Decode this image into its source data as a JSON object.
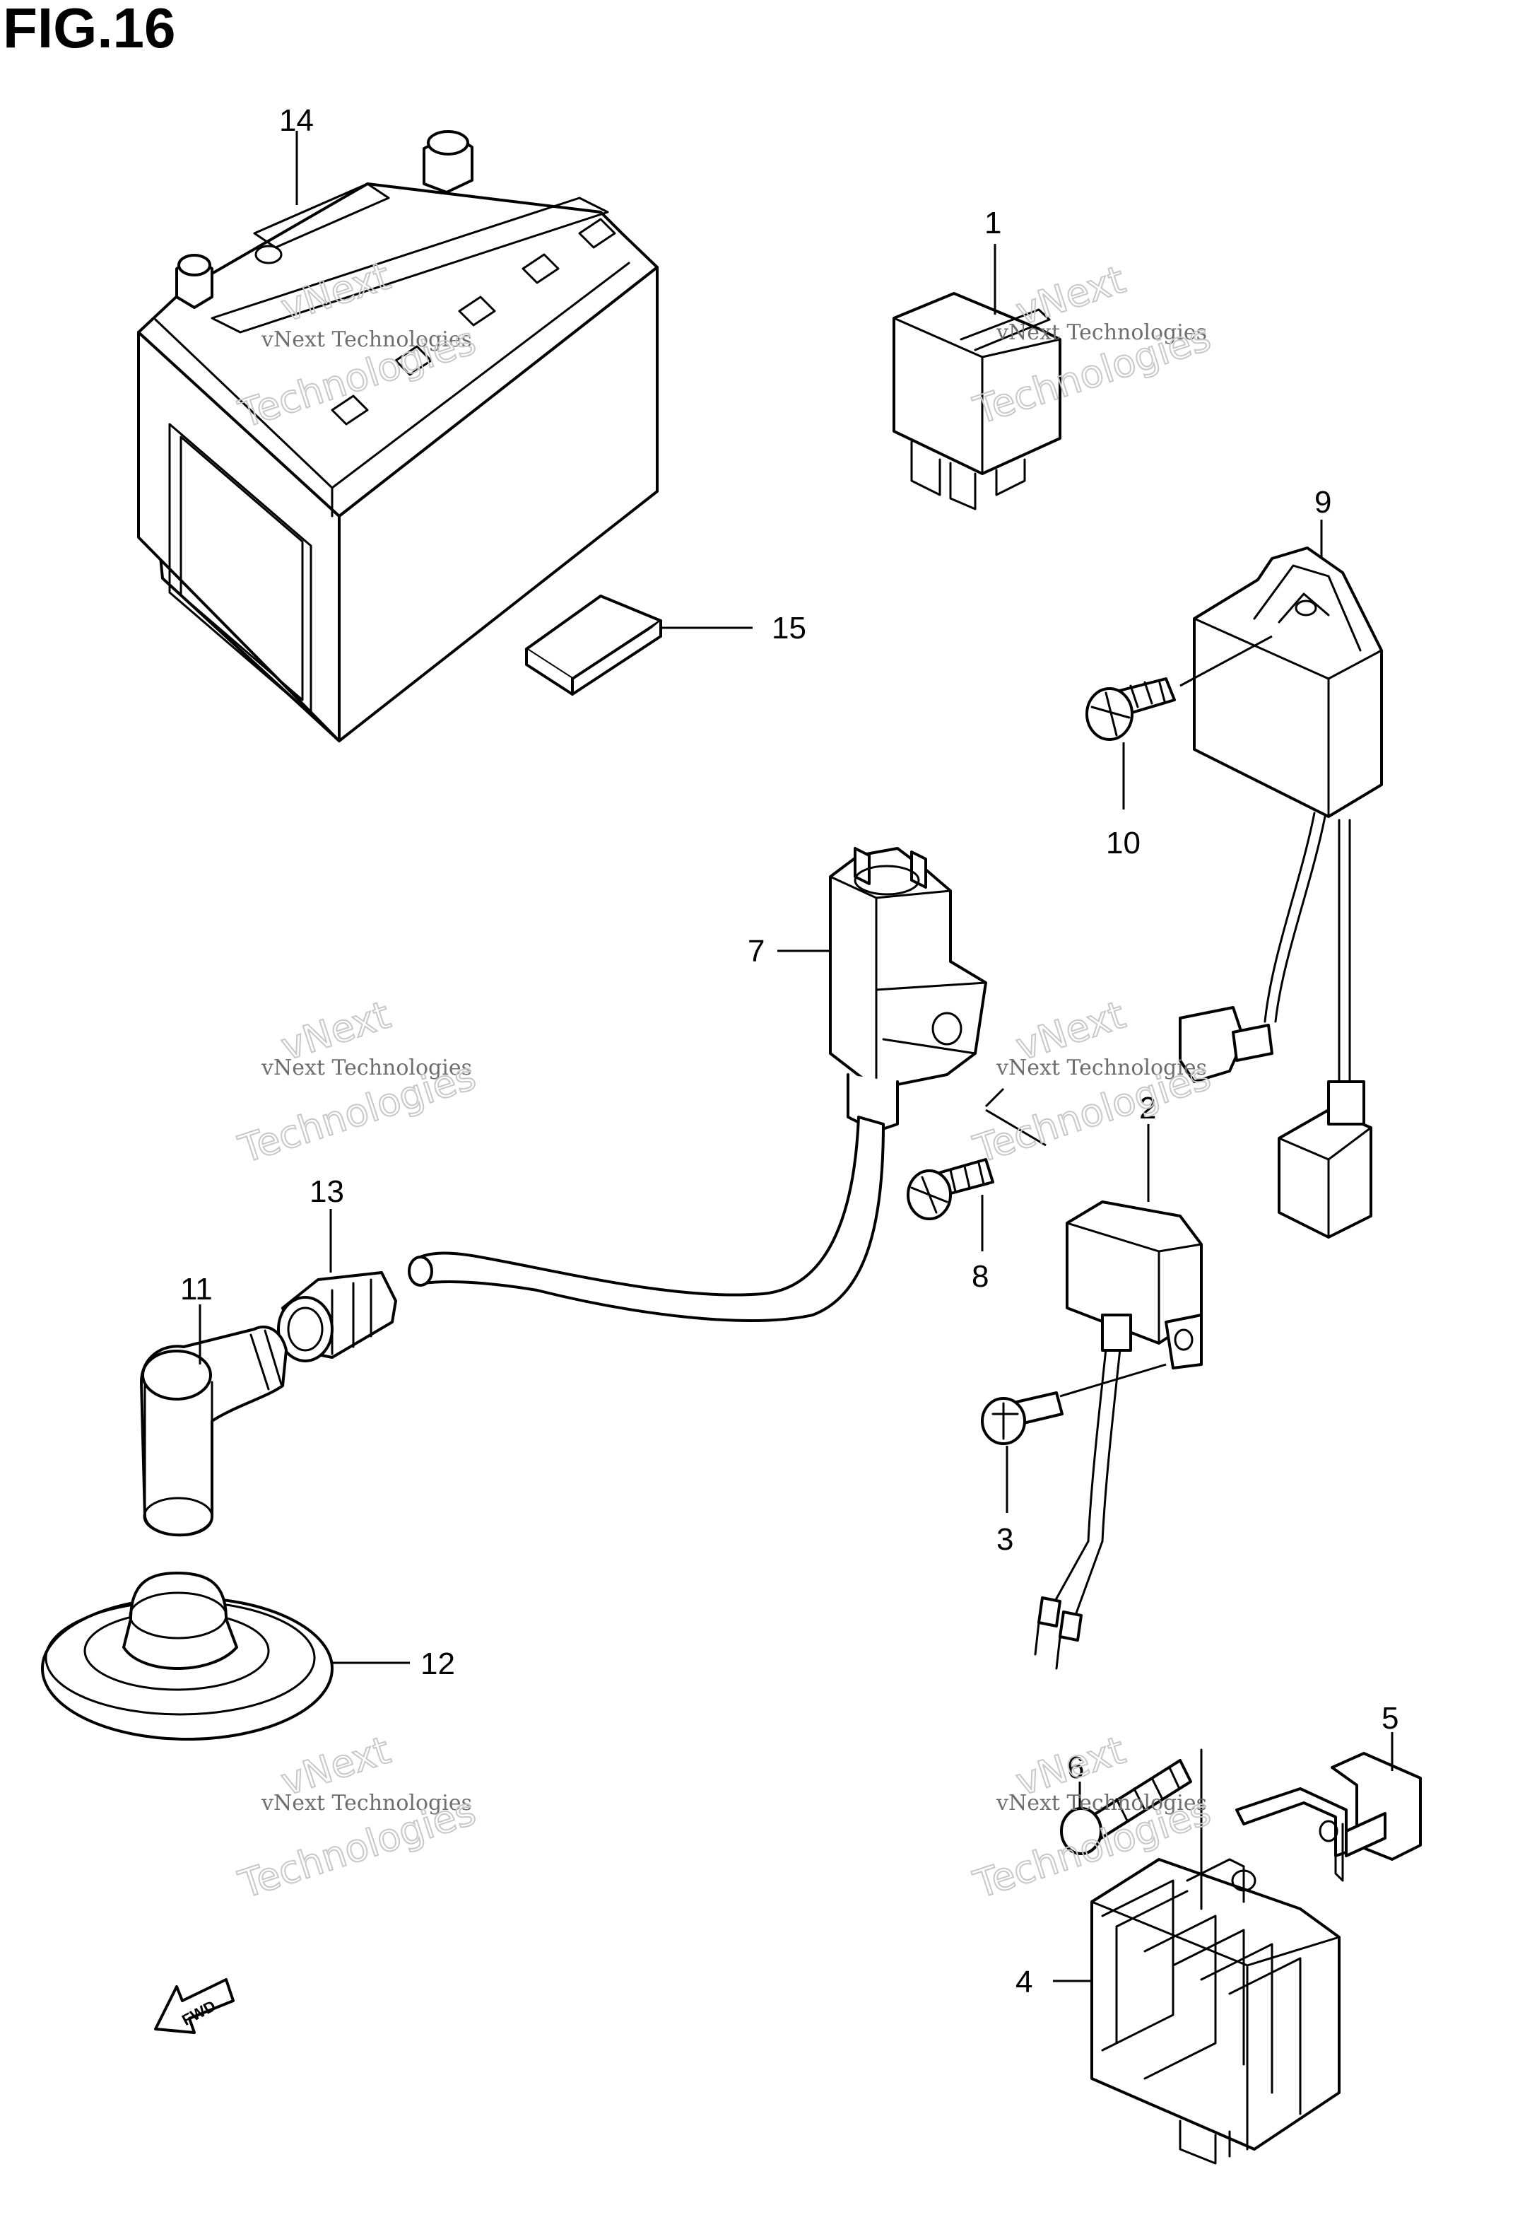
{
  "figure": {
    "title": "FIG.16"
  },
  "callouts": {
    "c1": "1",
    "c2": "2",
    "c3": "3",
    "c4": "4",
    "c5": "5",
    "c6": "6",
    "c7": "7",
    "c8": "8",
    "c9": "9",
    "c10": "10",
    "c11": "11",
    "c12": "12",
    "c13": "13",
    "c14": "14",
    "c15": "15"
  },
  "watermark": {
    "line1": "vNext",
    "line2": "vNext Technologies",
    "line3": "Technologies"
  },
  "fwd_label": "FWD"
}
